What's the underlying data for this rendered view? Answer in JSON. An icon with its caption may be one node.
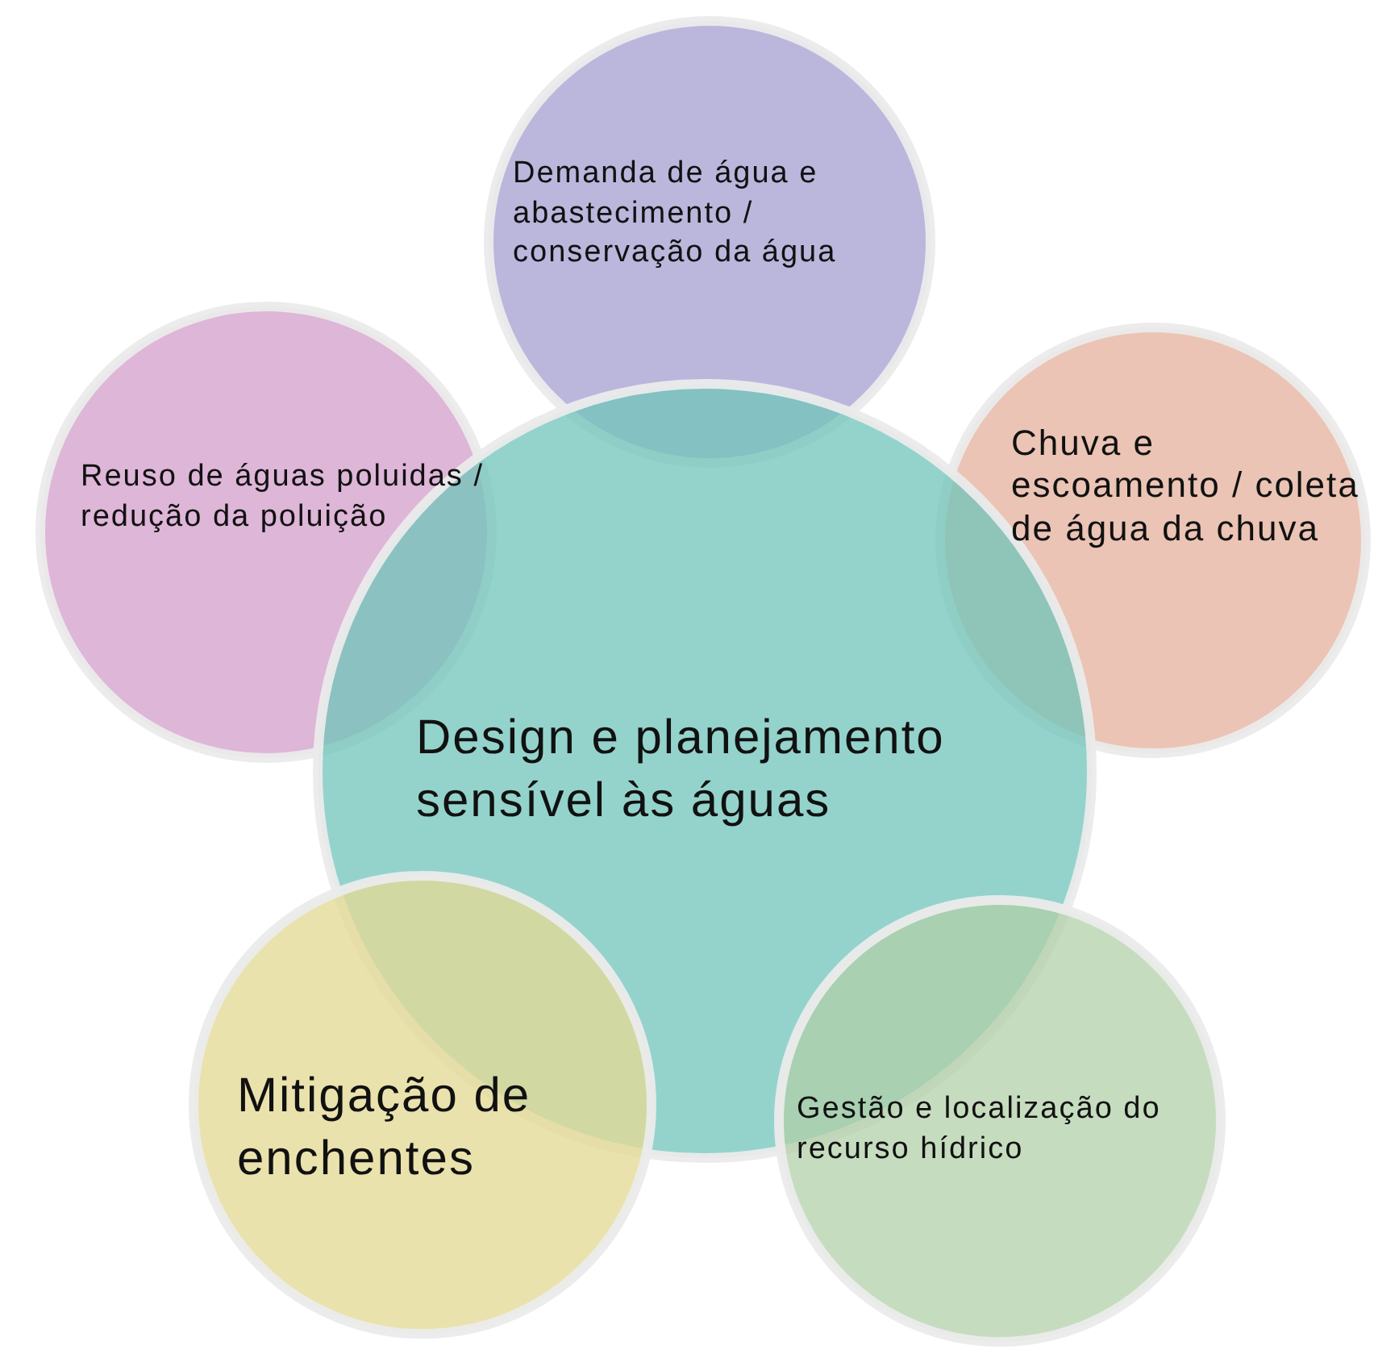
{
  "diagram": {
    "nodes": [
      {
        "text": [
          "Demanda de água e abastecimento / conservação da água"
        ]
      },
      {
        "text": [
          "Reuso de águas poluidas / redução da poluição"
        ]
      },
      {
        "text": [
          "Chuva e escoamento / coleta de água da chuva"
        ]
      },
      {
        "text": [
          "Design e planejamento sensível às águas"
        ]
      },
      {
        "text": [
          "Mitigação de enchentes"
        ]
      },
      {
        "text": [
          "Gestão e localização do recurso hídrico"
        ]
      }
    ]
  }
}
